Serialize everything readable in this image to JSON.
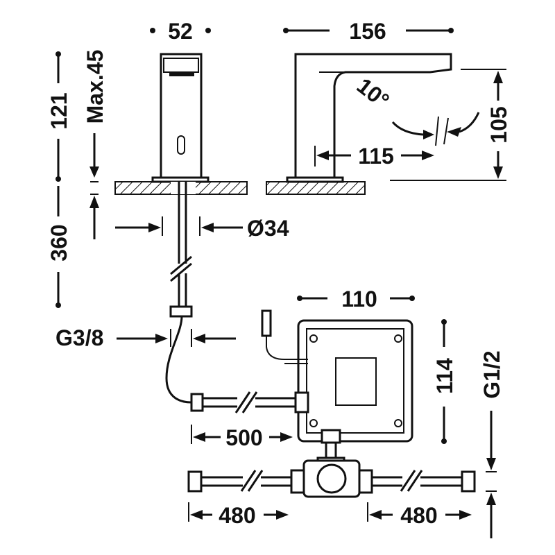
{
  "dimensions": {
    "tap_width": "52",
    "spout_length": "156",
    "tap_height": "121",
    "max_deck": "Max.45",
    "hose_length": "360",
    "bore_diameter": "Ø34",
    "sensor_angle": "10°",
    "spout_reach": "115",
    "spout_height": "105",
    "hose_thread": "G3/8",
    "box_width": "110",
    "box_height": "114",
    "inlet_thread": "G1/2",
    "cable_length": "500",
    "hose_left": "480",
    "hose_right": "480"
  },
  "colors": {
    "line": "#111111",
    "background": "#ffffff"
  }
}
